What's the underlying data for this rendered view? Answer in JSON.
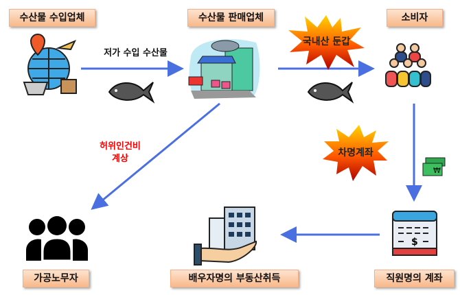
{
  "nodes": {
    "importer": "수산물 수입업체",
    "seller": "수산물 판매업체",
    "consumer": "소비자",
    "workers": "가공노무자",
    "spouse_property": "배우자명의 부동산취득",
    "employee_account": "직원명의 계좌"
  },
  "edges": {
    "cheap_import": "저가 수입 수산물",
    "fake_labor": [
      "허위인건비",
      "계상"
    ]
  },
  "bursts": {
    "domestic_disguise": "국내산 둔갑",
    "borrowed_account": "차명계좌"
  },
  "colors": {
    "arrow": "#4a6fe0",
    "burst_red": "#d00000",
    "burst_yellow": "#ffd400",
    "label_red": "#ff0000"
  }
}
